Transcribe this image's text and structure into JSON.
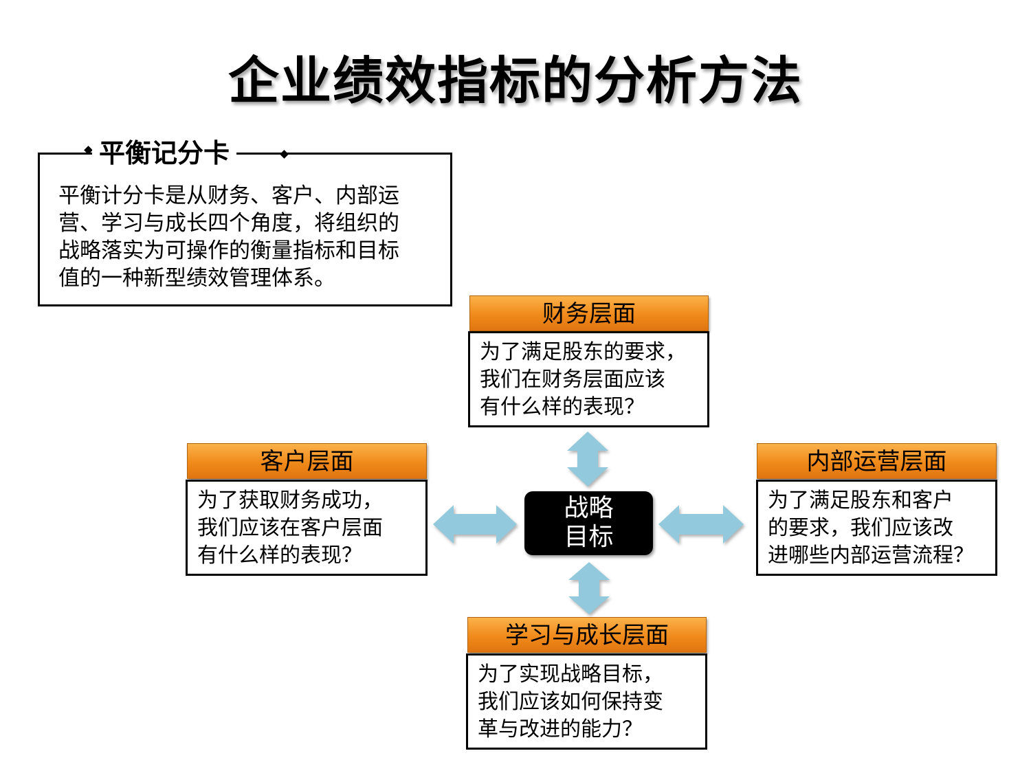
{
  "title": "企业绩效指标的分析方法",
  "intro": {
    "heading": "平衡记分卡",
    "lines": [
      "平衡计分卡是从财务、客户、内部运",
      "营、学习与成长四个角度，将组织的",
      "战略落实为可操作的衡量指标和目标",
      "值的一种新型绩效管理体系。"
    ]
  },
  "center": {
    "line1": "战略",
    "line2": "目标"
  },
  "perspectives": {
    "finance": {
      "title": "财务层面",
      "lines": [
        "为了满足股东的要求，",
        "我们在财务层面应该",
        "有什么样的表现？"
      ]
    },
    "customer": {
      "title": "客户层面",
      "lines": [
        "为了获取财务成功，",
        "我们应该在客户层面",
        "有什么样的表现？"
      ]
    },
    "internal": {
      "title": "内部运营层面",
      "lines": [
        "为了满足股东和客户",
        "的要求，我们应该改",
        "进哪些内部运营流程？"
      ]
    },
    "learning": {
      "title": "学习与成长层面",
      "lines": [
        "为了实现战略目标，",
        "我们应该如何保持变",
        "革与改进的能力？"
      ]
    }
  },
  "colors": {
    "header": "#f08a1a",
    "arrow": "#92c9dc"
  }
}
